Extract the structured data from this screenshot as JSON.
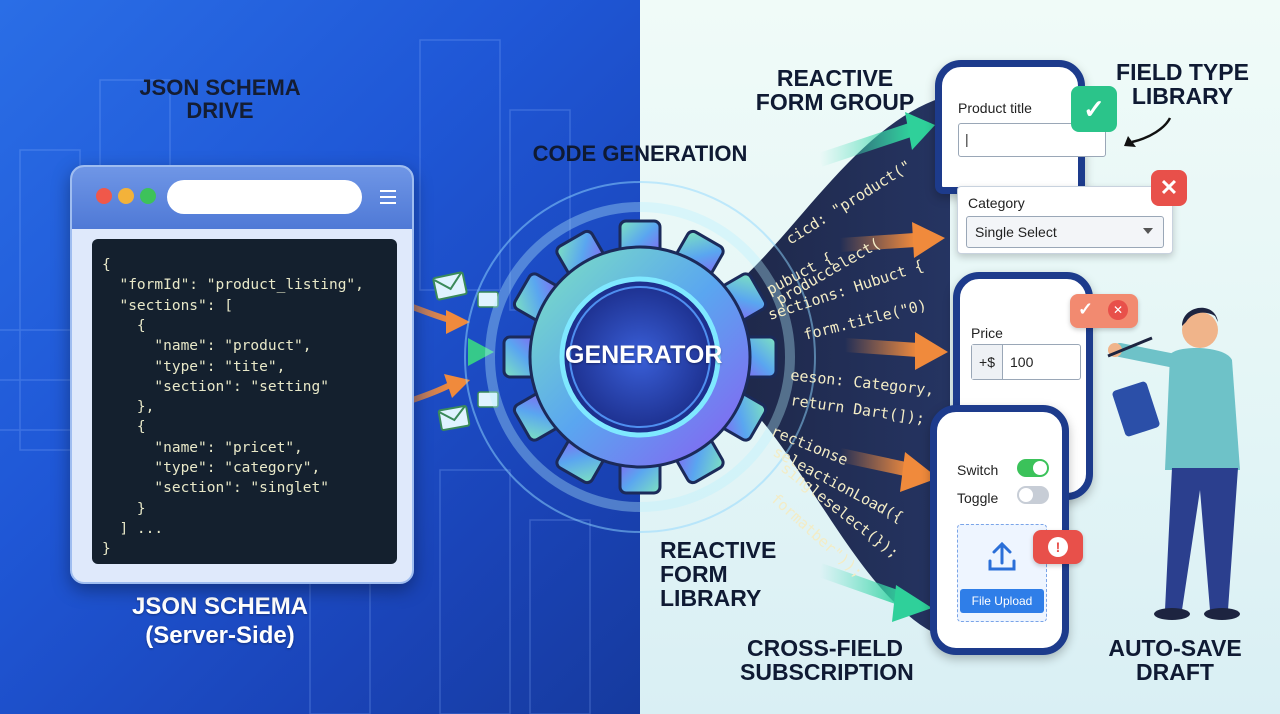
{
  "labels": {
    "json_schema_drive": "JSON SCHEMA DRIVE",
    "json_schema_server_line1": "JSON SCHEMA",
    "json_schema_server_line2": "(Server-Side)",
    "code_generation": "CODE GENERATION",
    "generator": "GENERATOR",
    "reactive_form_group_line1": "REACTIVE",
    "reactive_form_group_line2": "FORM GROUP",
    "field_type_library_line1": "FIELD TYPE",
    "field_type_library_line2": "LIBRARY",
    "reactive_form_library_line1": "REACTIVE",
    "reactive_form_library_line2": "FORM",
    "reactive_form_library_line3": "LIBRARY",
    "cross_field_line1": "CROSS-FIELD",
    "cross_field_line2": "SUBSCRIPTION",
    "auto_save_line1": "AUTO-SAVE",
    "auto_save_line2": "DRAFT"
  },
  "json_code": [
    "{",
    "  \"formId\": \"product_listing\",",
    "  \"sections\": [",
    "    {",
    "      \"name\": \"product\",",
    "      \"type\": \"tite\",",
    "      \"section\": \"setting\"",
    "    },",
    "    {",
    "      \"name\": \"pricet\",",
    "      \"type\": \"category\",",
    "      \"section\": \"singlet\"",
    "    }",
    "  ] ...",
    "}"
  ],
  "generated_code": [
    "cicd: \"product(\"",
    "pubuct {",
    "produccelect(",
    "sections: Hubuct {",
    "form.title(\"0)",
    "eeson: Category,",
    "return Dart(]);",
    "rectionse",
    "seleactionLoad({",
    "singleselect(});",
    "formatber\"));"
  ],
  "phone1": {
    "field_label": "Product title",
    "input_value": "|"
  },
  "category_card": {
    "label": "Category",
    "select_value": "Single Select"
  },
  "phone2": {
    "field_label": "Price",
    "prefix": "+$",
    "value": "100"
  },
  "phone3": {
    "switch_label": "Switch",
    "toggle_label": "Toggle",
    "upload_label": "File Upload"
  },
  "colors": {
    "left_bg": "#1f57d6",
    "right_bg": "#e9f7f6",
    "accent_orange": "#f08a3c",
    "accent_green": "#36c98a",
    "accent_teal": "#2fb7b0",
    "badge_green": "#2bc48a",
    "badge_red": "#e8504a",
    "gear_purple": "#7a5cf0",
    "phone_frame": "#1d3b8c"
  },
  "icons": {
    "check": "check-icon",
    "close": "close-icon",
    "upload": "upload-icon",
    "alert": "alert-icon",
    "mail": "mail-icon",
    "gear": "gear-icon",
    "menu": "menu-icon"
  }
}
